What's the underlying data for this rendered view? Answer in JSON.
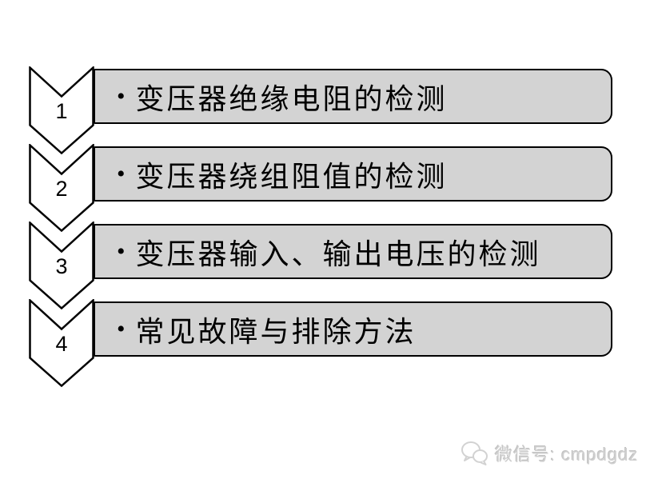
{
  "slide": {
    "type": "presentation-slide",
    "background_color": "#ffffff",
    "items": [
      {
        "number": "1",
        "bullet": "•",
        "text": "变压器绝缘电阻的检测"
      },
      {
        "number": "2",
        "bullet": "•",
        "text": "变压器绕组阻值的检测"
      },
      {
        "number": "3",
        "bullet": "•",
        "text": "变压器输入、输出电压的检测"
      },
      {
        "number": "4",
        "bullet": "•",
        "text": "常见故障与排除方法"
      }
    ],
    "colors": {
      "box_fill": "#d3d3d3",
      "box_border": "#000000",
      "chevron_fill": "#ffffff",
      "chevron_border": "#000000",
      "text": "#000000",
      "watermark": "#cfcfcf"
    },
    "watermark": {
      "icon": "wechat-icon",
      "label": "微信号: cmpdgdz"
    }
  }
}
